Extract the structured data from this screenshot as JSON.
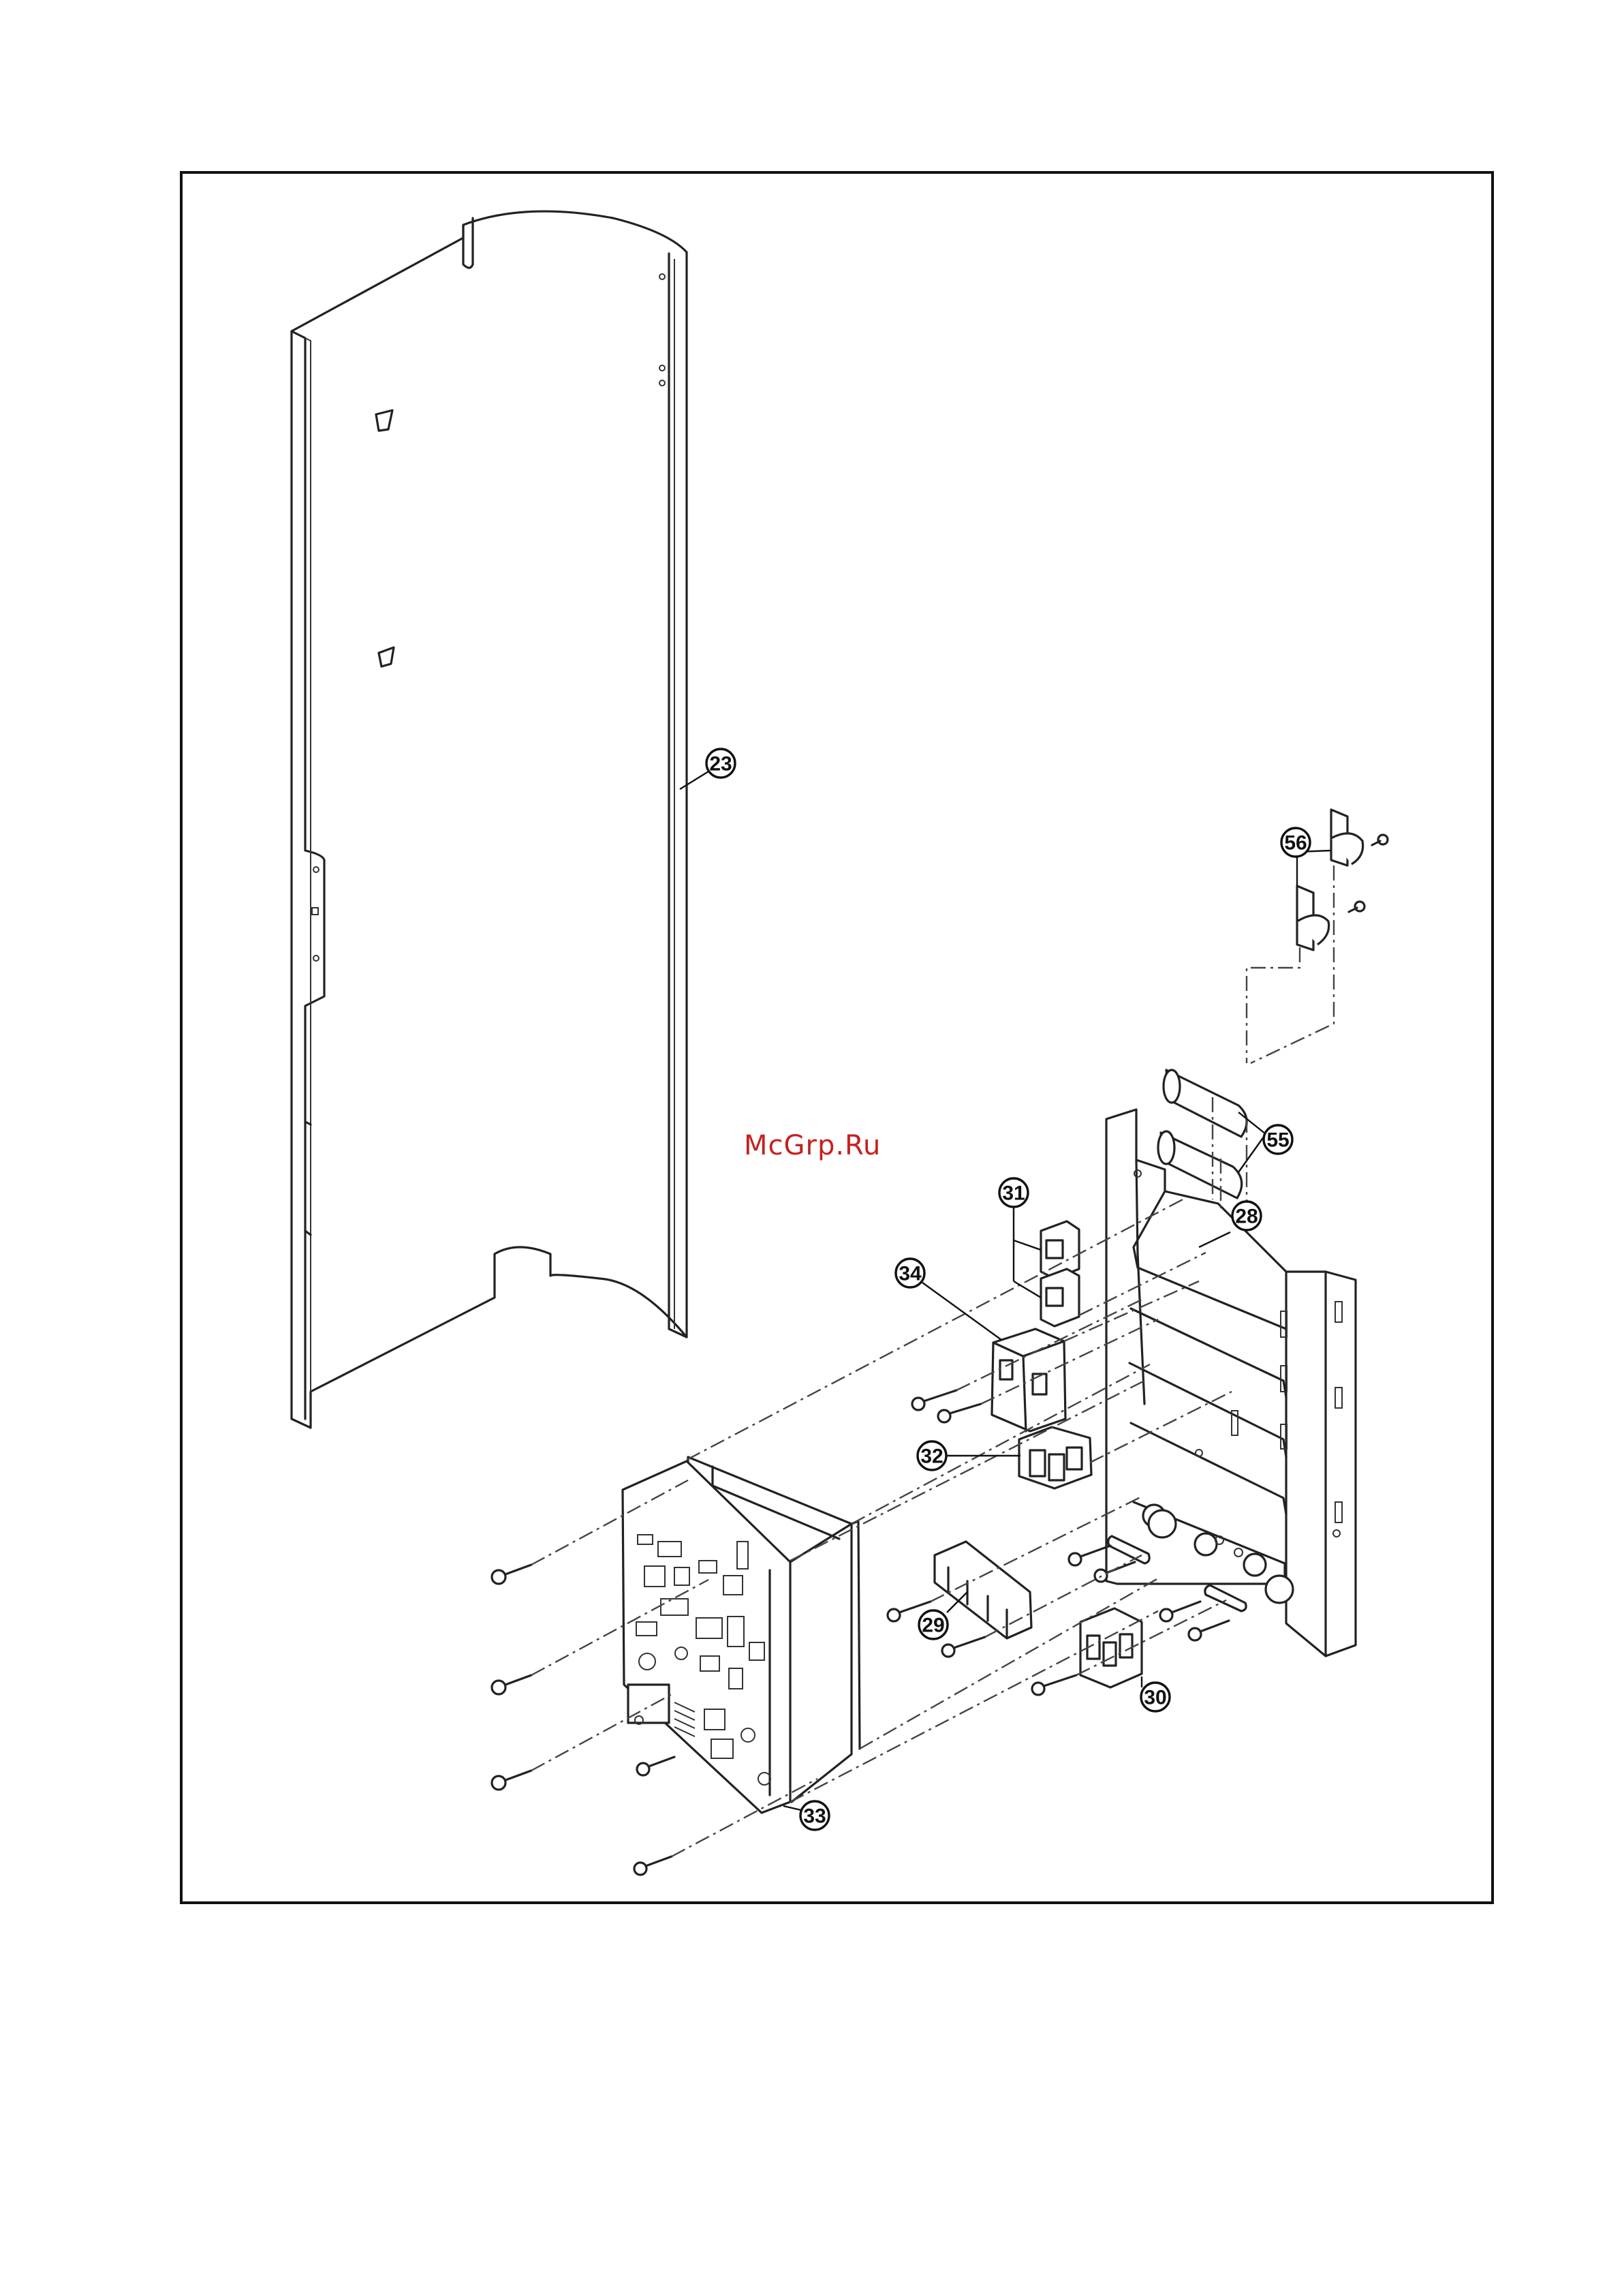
{
  "watermark": {
    "text": "McGrp.Ru",
    "color": "#c62020"
  },
  "diagram": {
    "type": "exploded-parts-view",
    "callouts": [
      {
        "id": "23",
        "label": "23"
      },
      {
        "id": "56",
        "label": "56"
      },
      {
        "id": "55",
        "label": "55"
      },
      {
        "id": "28",
        "label": "28"
      },
      {
        "id": "31",
        "label": "31"
      },
      {
        "id": "34",
        "label": "34"
      },
      {
        "id": "32",
        "label": "32"
      },
      {
        "id": "29",
        "label": "29"
      },
      {
        "id": "30",
        "label": "30"
      },
      {
        "id": "33",
        "label": "33"
      }
    ]
  }
}
